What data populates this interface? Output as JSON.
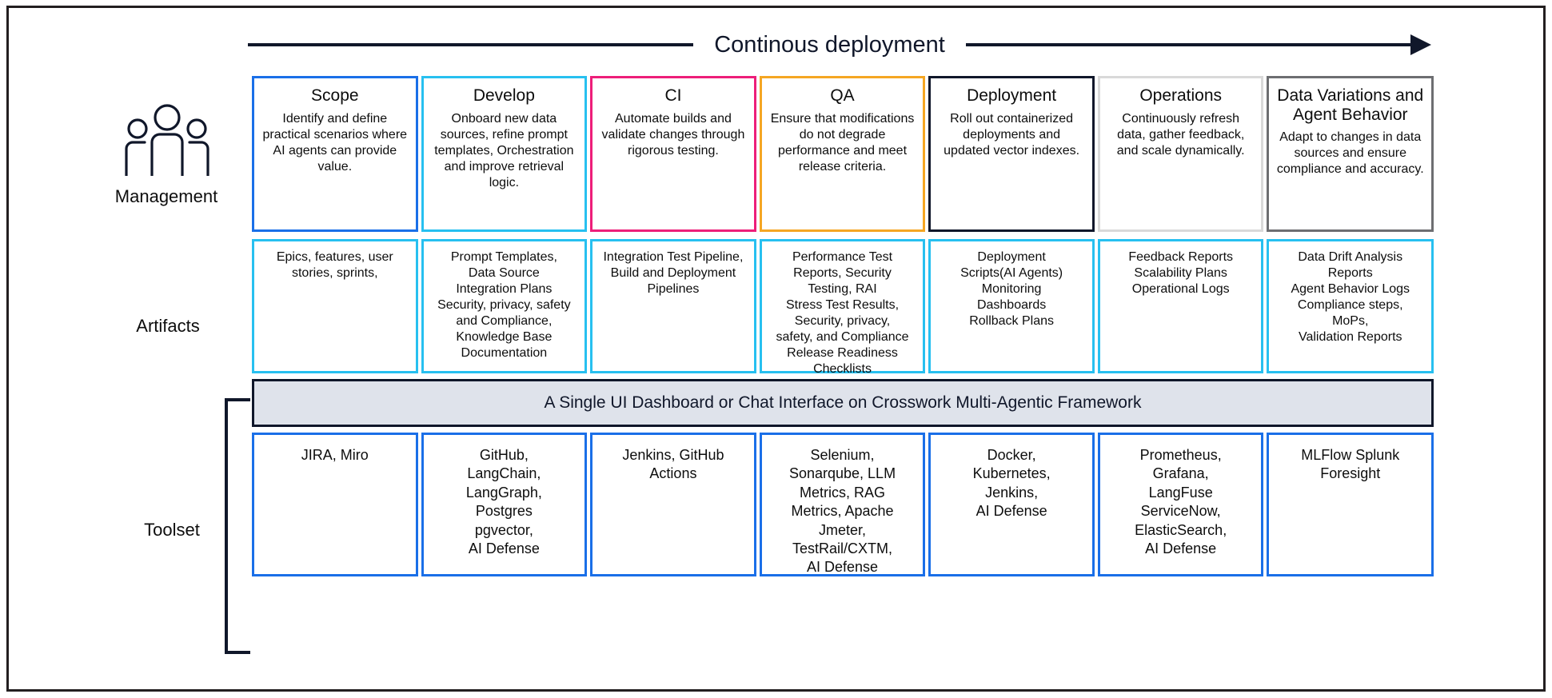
{
  "header": {
    "title": "Continous deployment",
    "arrow_color": "#10172a"
  },
  "row_labels": {
    "management": "Management",
    "artifacts": "Artifacts",
    "toolset": "Toolset"
  },
  "banner": {
    "text": "A Single UI Dashboard or Chat Interface on Crosswork Multi-Agentic Framework",
    "bg_color": "#dfe3eb",
    "border_color": "#10172a"
  },
  "columns": [
    {
      "id": "scope",
      "border_color": "#1a6fe8",
      "management": {
        "title": "Scope",
        "description": "Identify and define practical scenarios where AI agents can provide value."
      },
      "artifacts": "Epics, features, user stories, sprints,",
      "toolset": "JIRA, Miro"
    },
    {
      "id": "develop",
      "border_color": "#27c0f0",
      "management": {
        "title": "Develop",
        "description": "Onboard new data sources, refine prompt templates, Orchestration and improve retrieval logic."
      },
      "artifacts": "Prompt Templates,\nData Source\nIntegration Plans\nSecurity, privacy, safety\nand Compliance,\nKnowledge Base\nDocumentation",
      "toolset": "GitHub,\nLangChain,\nLangGraph,\nPostgres\npgvector,\nAI Defense"
    },
    {
      "id": "ci",
      "border_color": "#ed1e79",
      "management": {
        "title": "CI",
        "description": "Automate builds and validate changes through rigorous testing."
      },
      "artifacts": "Integration Test Pipeline, Build and Deployment Pipelines",
      "toolset": "Jenkins, GitHub Actions"
    },
    {
      "id": "qa",
      "border_color": "#f5a623",
      "management": {
        "title": "QA",
        "description": "Ensure that modifications do not degrade performance and meet release criteria."
      },
      "artifacts": "Performance Test\nReports, Security\nTesting, RAI\nStress Test Results,\nSecurity, privacy,\nsafety, and Compliance\nRelease Readiness\nChecklists",
      "toolset": "Selenium,\nSonarqube, LLM\nMetrics, RAG\nMetrics, Apache\nJmeter,\nTestRail/CXTM,\nAI Defense"
    },
    {
      "id": "deployment",
      "border_color": "#10172a",
      "management": {
        "title": "Deployment",
        "description": "Roll out containerized deployments and updated vector indexes."
      },
      "artifacts": "Deployment\nScripts(AI Agents)\nMonitoring\nDashboards\nRollback Plans",
      "toolset": "Docker,\nKubernetes,\nJenkins,\nAI Defense"
    },
    {
      "id": "operations",
      "border_color": "#d9d9d9",
      "management": {
        "title": "Operations",
        "description": "Continuously refresh data, gather feedback, and scale dynamically."
      },
      "artifacts": "Feedback Reports\nScalability Plans\nOperational Logs",
      "toolset": "Prometheus,\nGrafana,\nLangFuse\nServiceNow,\nElasticSearch,\nAI Defense"
    },
    {
      "id": "data-variations",
      "border_color": "#6d6e71",
      "management": {
        "title": "Data Variations and Agent Behavior",
        "description": "Adapt to changes in data sources and ensure compliance and accuracy."
      },
      "artifacts": "Data Drift Analysis\nReports\nAgent Behavior Logs\nCompliance steps,\nMoPs,\nValidation Reports",
      "toolset": "MLFlow Splunk Foresight"
    }
  ],
  "icons": {
    "people": "people-group-icon"
  }
}
